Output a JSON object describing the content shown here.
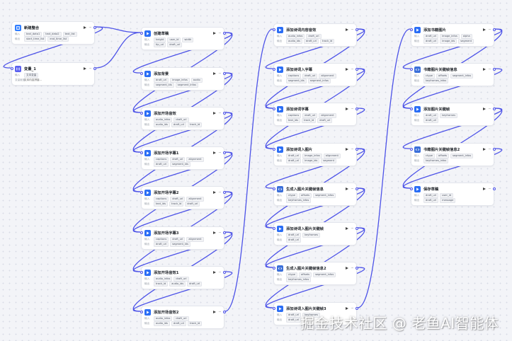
{
  "accent": "#4d53e8",
  "watermark": "掘金技术社区 @ 老鱼AI智能体",
  "labels": {
    "input": "输入",
    "output": "输出",
    "assign": "变量赋值"
  },
  "nodes": [
    {
      "id": "start",
      "title": "新建整合",
      "icon": "start-icon",
      "inputs": [
        "text_data1",
        "text_data2",
        "text_list"
      ],
      "outputs": [
        "start_time_list",
        "end_time_list"
      ]
    },
    {
      "id": "var",
      "title": "变量_1",
      "icon": "variable-icon",
      "inputs": [
        "文本变量"
      ],
      "assignText": "文本内容拼接..."
    },
    {
      "id": "c1",
      "title": "创建草稿",
      "inputs": [
        "height",
        "user_id",
        "width"
      ],
      "outputs": [
        "tip_url",
        "draft_url"
      ]
    },
    {
      "id": "c2",
      "title": "添加背景",
      "inputs": [
        "draft_url",
        "image_infos",
        "audio"
      ],
      "outputs": [
        "segment_ids",
        "segment_infos"
      ]
    },
    {
      "id": "c3",
      "title": "添加开场音效",
      "inputs": [
        "audio_infos",
        "draft_url"
      ],
      "outputs": [
        "audio_ids",
        "draft_url",
        "track_id"
      ]
    },
    {
      "id": "c4",
      "title": "添加开场字幕1",
      "inputs": [
        "captions",
        "draft_url",
        "alignment"
      ],
      "outputs": [
        "draft_url",
        "segment_ids"
      ]
    },
    {
      "id": "c5",
      "title": "添加开场字幕2",
      "inputs": [
        "captions",
        "draft_url",
        "alignment"
      ],
      "outputs": [
        "text_ids",
        "track_id",
        "draft_url"
      ]
    },
    {
      "id": "c6",
      "title": "添加开场字幕3",
      "inputs": [
        "captions",
        "draft_url",
        "alignment"
      ],
      "outputs": [
        "draft_url",
        "segment_ids"
      ]
    },
    {
      "id": "c7",
      "title": "添加开场音效1",
      "inputs": [
        "audio_infos",
        "draft_url"
      ],
      "outputs": [
        "track_id",
        "audio_ids",
        "draft_url"
      ]
    },
    {
      "id": "c8",
      "title": "添加开场音效2",
      "inputs": [
        "audio_infos",
        "draft_url"
      ],
      "outputs": [
        "audio_ids",
        "draft_url",
        "track_id"
      ]
    },
    {
      "id": "d1",
      "title": "添加诗词内容音效",
      "inputs": [
        "audio_infos",
        "draft_url"
      ],
      "outputs": [
        "audio_ids",
        "draft_url",
        "track_id"
      ]
    },
    {
      "id": "d2",
      "title": "添加诗词入字幕",
      "inputs": [
        "captions",
        "draft_url",
        "alignment"
      ],
      "outputs": [
        "segment_ids",
        "segment_infos"
      ]
    },
    {
      "id": "d3",
      "title": "添加诗词字幕",
      "inputs": [
        "captions",
        "draft_url",
        "alignment"
      ],
      "outputs": [
        "text_ids",
        "track_id",
        "draft_url"
      ]
    },
    {
      "id": "d4",
      "title": "添加诗词入图片",
      "inputs": [
        "draft_url",
        "image_infos",
        "alignment"
      ],
      "outputs": [
        "draft_url",
        "image_ids",
        "segment"
      ]
    },
    {
      "id": "d5",
      "title": "生成入图片关键帧信息",
      "icon": "code-icon",
      "inputs": [
        "ctype",
        "offsets",
        "segment_infos"
      ],
      "outputs": [
        "keyframes_infos"
      ]
    },
    {
      "id": "d6",
      "title": "添加诗词入图片关键帧",
      "inputs": [
        "draft_url",
        "keyframes"
      ],
      "outputs": [
        "draft_url"
      ]
    },
    {
      "id": "d7",
      "title": "生成入图片关键帧信息2",
      "icon": "code-icon",
      "inputs": [
        "ctype",
        "offsets",
        "segment_infos"
      ],
      "outputs": [
        "keyframes_infos"
      ]
    },
    {
      "id": "d8",
      "title": "添加诗词入图片关键帧3",
      "inputs": [
        "draft_url",
        "keyframes"
      ],
      "outputs": [
        "draft_url"
      ]
    },
    {
      "id": "e1",
      "title": "添加书籍图片",
      "inputs": [
        "draft_url",
        "image_infos",
        "alpha"
      ],
      "outputs": [
        "draft_url",
        "image_ids",
        "segment"
      ]
    },
    {
      "id": "e2",
      "title": "书籍图片关键帧信息",
      "icon": "code-icon",
      "inputs": [
        "ctype",
        "offsets",
        "segment_infos"
      ],
      "outputs": [
        "keyframes_infos"
      ]
    },
    {
      "id": "e3",
      "title": "添加图片关键帧",
      "inputs": [
        "draft_url",
        "keyframes"
      ],
      "outputs": [
        "draft_url"
      ]
    },
    {
      "id": "e4",
      "title": "书籍图片关键帧信息2",
      "icon": "code-icon",
      "inputs": [
        "ctype",
        "offsets",
        "segment_infos"
      ],
      "outputs": [
        "keyframes_infos"
      ]
    },
    {
      "id": "e5",
      "title": "保存草稿",
      "inputs": [
        "draft_url",
        "user_id"
      ],
      "outputs": [
        "draft_url",
        "message"
      ]
    }
  ]
}
